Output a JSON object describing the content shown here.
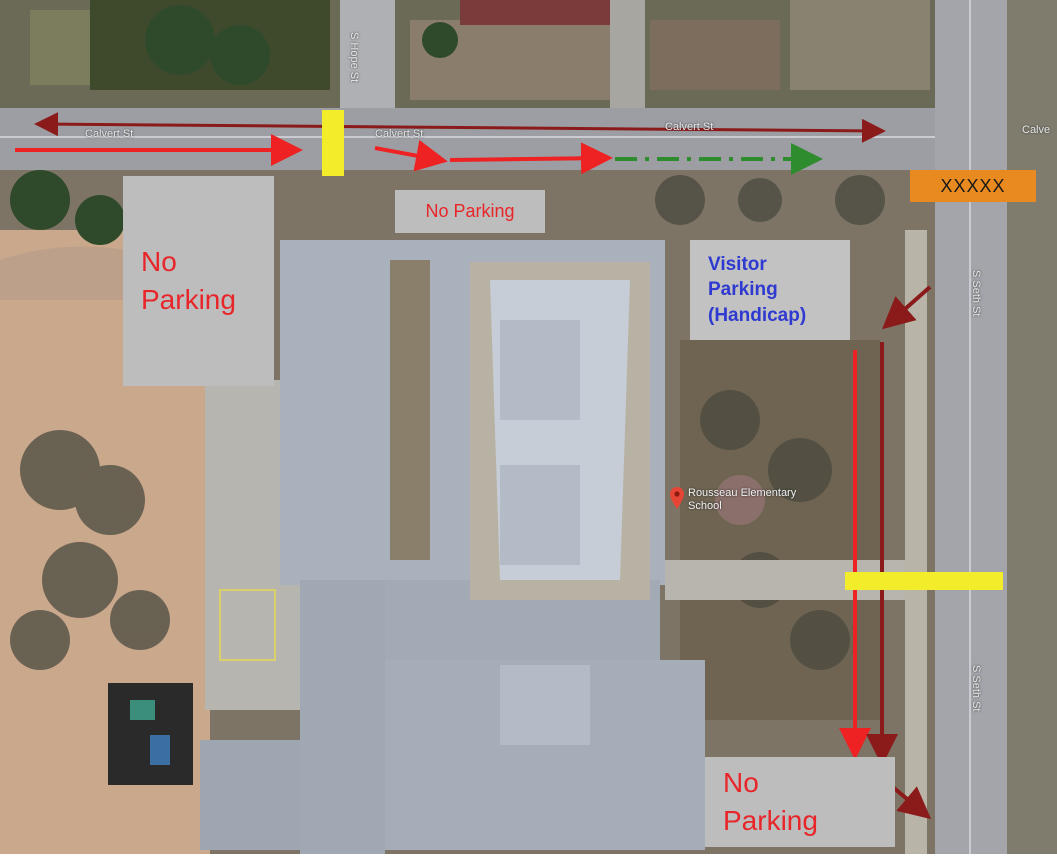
{
  "map": {
    "labels": {
      "no_parking_left": "No\nParking",
      "no_parking_top": "No Parking",
      "visitor_parking": "Visitor\nParking\n(Handicap)",
      "no_parking_bottom": "No\nParking",
      "closed_marker": "XXXXX"
    },
    "streets": {
      "top_street": "Calvert St",
      "top_street_mid": "Calvert St",
      "top_street_right": "Calvert St",
      "top_street_edge": "Calve",
      "right_street_upper": "S Seth St",
      "right_street_lower": "S Seth St",
      "side_street": "S Hope St"
    },
    "poi": {
      "name": "Rousseau Elementary School",
      "icon": "map-pin-icon"
    },
    "colors": {
      "no_parking_text": "#e8262a",
      "visitor_text": "#2f3ad0",
      "label_box": "#bdbdbd",
      "closed_box": "#e88a1f",
      "arrow_red": "#ee2222",
      "arrow_darkred": "#8b1a1a",
      "arrow_green": "#2e8b2e",
      "crossing_yellow": "#f2ec2a"
    }
  }
}
